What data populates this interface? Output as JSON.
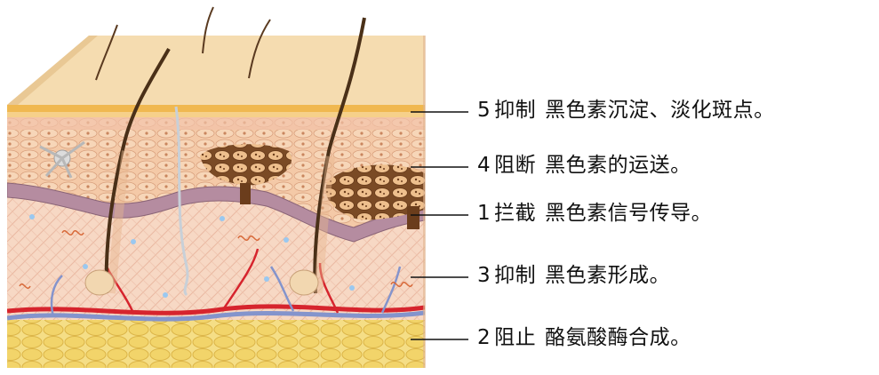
{
  "diagram": {
    "callouts": [
      {
        "step": "5",
        "title": "抑制",
        "text": "黑色素沉淀、淡化斑点。"
      },
      {
        "step": "4",
        "title": "阻断",
        "text": "黑色素的运送。"
      },
      {
        "step": "1",
        "title": "拦截",
        "text": "黑色素信号传导。"
      },
      {
        "step": "3",
        "title": "抑制",
        "text": "黑色素形成。"
      },
      {
        "step": "2",
        "title": "阻止",
        "text": "酪氨酸酶合成。"
      }
    ]
  },
  "colors": {
    "skin_top": "#f5dcb0",
    "epidermis": "#f2c9a5",
    "basal_cell": "#b58ca0",
    "melanin": "#7a4a25",
    "artery": "#d6242d",
    "vein": "#7f8ec4",
    "fat": "#f2d46a",
    "hair": "#4a3018"
  }
}
